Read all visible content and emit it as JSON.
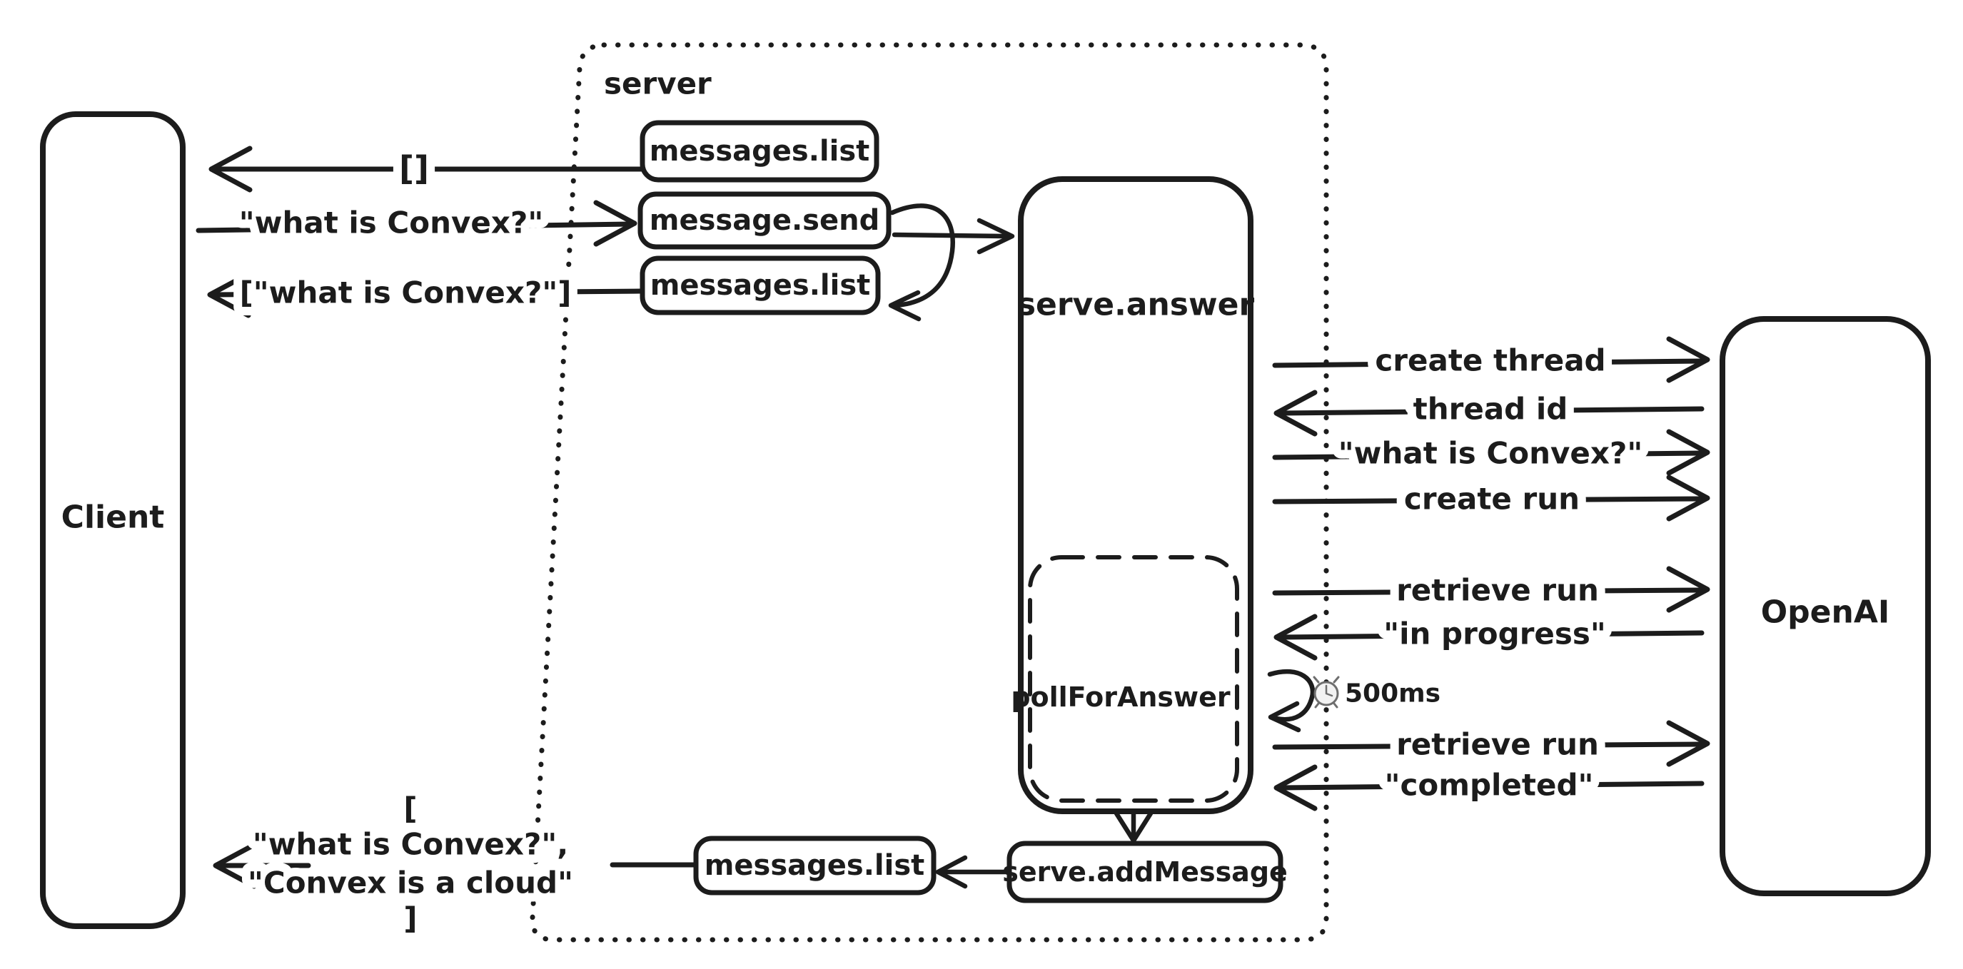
{
  "colors": {
    "ink": "#1c1c1c",
    "background": "#ffffff",
    "clock_gray": "#6e6e6e"
  },
  "nodes": {
    "client": {
      "label": "Client"
    },
    "server": {
      "label": "server"
    },
    "messages_list_top": {
      "label": "messages.list"
    },
    "message_send": {
      "label": "message.send"
    },
    "messages_list_mid": {
      "label": "messages.list"
    },
    "serve_answer": {
      "label": "serve.answer"
    },
    "poll_for_answer": {
      "label": "pollForAnswer"
    },
    "serve_add_message": {
      "label": "serve.addMessage"
    },
    "messages_list_bottom": {
      "label": "messages.list"
    },
    "openai": {
      "label": "OpenAI"
    }
  },
  "messages": {
    "empty_list": "[]",
    "user_question": "\"what is Convex?\"",
    "question_list": "[\"what is Convex?\"]",
    "create_thread": "create thread",
    "thread_id": "thread id",
    "send_question": "\"what is Convex?\"",
    "create_run": "create run",
    "retrieve_run_first": "retrieve run",
    "run_in_progress": "\"in progress\"",
    "poll_interval": "500ms",
    "retrieve_run_second": "retrieve run",
    "run_completed": "\"completed\"",
    "final_list": {
      "line1": "[",
      "line2": "\"what is Convex?\",",
      "line3": "\"Convex is a cloud\"",
      "line4": "]"
    }
  }
}
